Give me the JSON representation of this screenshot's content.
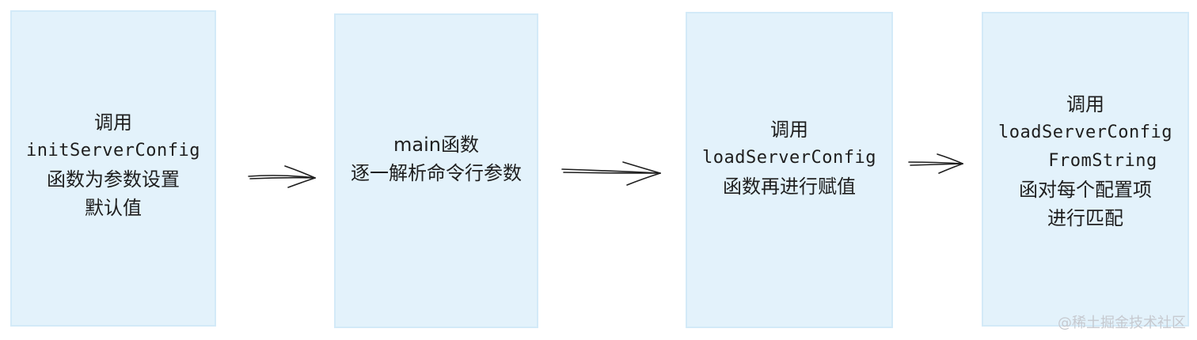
{
  "steps": [
    {
      "lines": [
        "调用",
        "initServerConfig",
        "函数为参数设置",
        "默认值"
      ]
    },
    {
      "lines": [
        "main函数",
        "逐一解析命令行参数"
      ]
    },
    {
      "lines": [
        "调用",
        "loadServerConfig",
        "函数再进行赋值"
      ]
    },
    {
      "lines": [
        "调用",
        "loadServerConfig",
        "FromString",
        "函对每个配置项",
        "进行匹配"
      ]
    }
  ],
  "watermark": "@稀土掘金技术社区",
  "colors": {
    "box_fill": "#e3f2fb",
    "box_border": "#d3eaf8",
    "text": "#1e1e1e",
    "arrow": "#1e1e1e"
  }
}
